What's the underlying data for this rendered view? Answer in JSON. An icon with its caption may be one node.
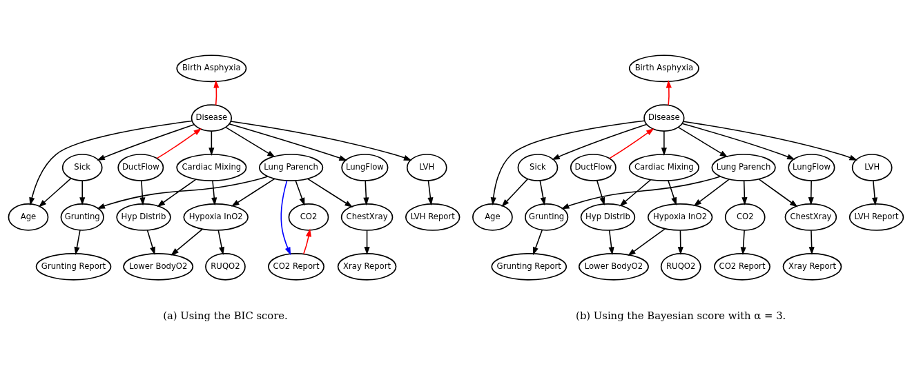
{
  "diagram": {
    "nodes": [
      {
        "text": [
          "Birth Asphyxia"
        ]
      },
      {
        "text": [
          "Disease"
        ]
      },
      {
        "text": [
          "Sick"
        ]
      },
      {
        "text": [
          "DuctFlow"
        ]
      },
      {
        "text": [
          "Cardiac Mixing"
        ]
      },
      {
        "text": [
          "Lung Parench"
        ]
      },
      {
        "text": [
          "LungFlow"
        ]
      },
      {
        "text": [
          "LVH"
        ]
      },
      {
        "text": [
          "Age"
        ]
      },
      {
        "text": [
          "Grunting"
        ]
      },
      {
        "text": [
          "Hyp Distrib"
        ]
      },
      {
        "text": [
          "Hypoxia InO2"
        ]
      },
      {
        "text": [
          "CO2"
        ]
      },
      {
        "text": [
          "ChestXray"
        ]
      },
      {
        "text": [
          "LVH Report"
        ]
      },
      {
        "text": [
          "Grunting Report"
        ]
      },
      {
        "text": [
          "Lower BodyO2"
        ]
      },
      {
        "text": [
          "RUQO2"
        ]
      },
      {
        "text": [
          "CO2 Report"
        ]
      },
      {
        "text": [
          "Xray Report"
        ]
      },
      {
        "text": [
          "Birth Asphyxia"
        ]
      },
      {
        "text": [
          "Disease"
        ]
      },
      {
        "text": [
          "Sick"
        ]
      },
      {
        "text": [
          "DuctFlow"
        ]
      },
      {
        "text": [
          "Cardiac Mixing"
        ]
      },
      {
        "text": [
          "Lung Parench"
        ]
      },
      {
        "text": [
          "LungFlow"
        ]
      },
      {
        "text": [
          "LVH"
        ]
      },
      {
        "text": [
          "Age"
        ]
      },
      {
        "text": [
          "Grunting"
        ]
      },
      {
        "text": [
          "Hyp Distrib"
        ]
      },
      {
        "text": [
          "Hypoxia InO2"
        ]
      },
      {
        "text": [
          "CO2"
        ]
      },
      {
        "text": [
          "ChestXray"
        ]
      },
      {
        "text": [
          "LVH Report"
        ]
      },
      {
        "text": [
          "Grunting Report"
        ]
      },
      {
        "text": [
          "Lower BodyO2"
        ]
      },
      {
        "text": [
          "RUQO2"
        ]
      },
      {
        "text": [
          "CO2 Report"
        ]
      },
      {
        "text": [
          "Xray Report"
        ]
      }
    ],
    "edges": [
      {
        "from": 1,
        "to": 0,
        "arrow": "to",
        "color": "#ff0000"
      },
      {
        "from": 3,
        "to": 1,
        "arrow": "to",
        "color": "#ff0000"
      },
      {
        "from": 1,
        "to": 2,
        "arrow": "to"
      },
      {
        "from": 1,
        "to": 8,
        "arrow": "to"
      },
      {
        "from": 1,
        "to": 4,
        "arrow": "to"
      },
      {
        "from": 1,
        "to": 5,
        "arrow": "to"
      },
      {
        "from": 1,
        "to": 6,
        "arrow": "to"
      },
      {
        "from": 1,
        "to": 7,
        "arrow": "to"
      },
      {
        "from": 2,
        "to": 8,
        "arrow": "to"
      },
      {
        "from": 2,
        "to": 9,
        "arrow": "to"
      },
      {
        "from": 3,
        "to": 10,
        "arrow": "to"
      },
      {
        "from": 4,
        "to": 10,
        "arrow": "to"
      },
      {
        "from": 4,
        "to": 11,
        "arrow": "to"
      },
      {
        "from": 5,
        "to": 9,
        "arrow": "to"
      },
      {
        "from": 5,
        "to": 11,
        "arrow": "to"
      },
      {
        "from": 5,
        "to": 12,
        "arrow": "to"
      },
      {
        "from": 5,
        "to": 13,
        "arrow": "to"
      },
      {
        "from": 5,
        "to": 18,
        "arrow": "to",
        "color": "#0000ff"
      },
      {
        "from": 6,
        "to": 13,
        "arrow": "to"
      },
      {
        "from": 7,
        "to": 14,
        "arrow": "to"
      },
      {
        "from": 9,
        "to": 15,
        "arrow": "to"
      },
      {
        "from": 10,
        "to": 16,
        "arrow": "to"
      },
      {
        "from": 11,
        "to": 16,
        "arrow": "to"
      },
      {
        "from": 11,
        "to": 17,
        "arrow": "to"
      },
      {
        "from": 18,
        "to": 12,
        "arrow": "to",
        "color": "#ff0000"
      },
      {
        "from": 13,
        "to": 19,
        "arrow": "to"
      },
      {
        "from": 21,
        "to": 20,
        "arrow": "to",
        "color": "#ff0000"
      },
      {
        "from": 23,
        "to": 21,
        "arrow": "to",
        "color": "#ff0000"
      },
      {
        "from": 21,
        "to": 22,
        "arrow": "to"
      },
      {
        "from": 21,
        "to": 28,
        "arrow": "to"
      },
      {
        "from": 21,
        "to": 24,
        "arrow": "to"
      },
      {
        "from": 21,
        "to": 25,
        "arrow": "to"
      },
      {
        "from": 21,
        "to": 26,
        "arrow": "to"
      },
      {
        "from": 21,
        "to": 27,
        "arrow": "to"
      },
      {
        "from": 22,
        "to": 28,
        "arrow": "to"
      },
      {
        "from": 22,
        "to": 29,
        "arrow": "to"
      },
      {
        "from": 23,
        "to": 30,
        "arrow": "to"
      },
      {
        "from": 24,
        "to": 30,
        "arrow": "to"
      },
      {
        "from": 24,
        "to": 31,
        "arrow": "to"
      },
      {
        "from": 25,
        "to": 29,
        "arrow": "to"
      },
      {
        "from": 25,
        "to": 31,
        "arrow": "to"
      },
      {
        "from": 25,
        "to": 32,
        "arrow": "to"
      },
      {
        "from": 25,
        "to": 33,
        "arrow": "to"
      },
      {
        "from": 26,
        "to": 33,
        "arrow": "to"
      },
      {
        "from": 27,
        "to": 34,
        "arrow": "to"
      },
      {
        "from": 29,
        "to": 35,
        "arrow": "to"
      },
      {
        "from": 30,
        "to": 36,
        "arrow": "to"
      },
      {
        "from": 31,
        "to": 36,
        "arrow": "to"
      },
      {
        "from": 31,
        "to": 37,
        "arrow": "to"
      },
      {
        "from": 32,
        "to": 38,
        "arrow": "to"
      },
      {
        "from": 33,
        "to": 39,
        "arrow": "to"
      }
    ],
    "labels": [
      "(a) Using the BIC score.",
      "(b) Using the Bayesian score with α = 3."
    ]
  }
}
